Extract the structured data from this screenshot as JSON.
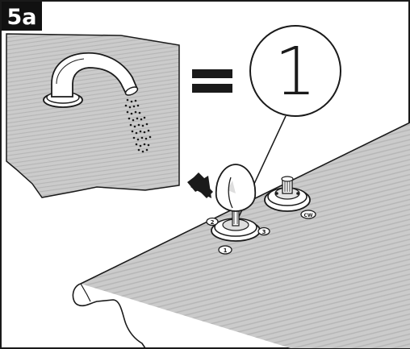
{
  "step": {
    "badge": "5a"
  },
  "equation": {
    "symbol": "=",
    "callout_number": "1"
  },
  "position_labels": {
    "front": "1",
    "left": "2",
    "right": "3",
    "cold_valve": "CW"
  },
  "colors": {
    "frame": "#1a1a1a",
    "badge_bg": "#111111",
    "badge_text": "#ffffff",
    "surface": "#c9c9c9",
    "surface_stripe": "#b3b3b3",
    "metal": "#ffffff",
    "line": "#1a1a1a"
  },
  "icons": {
    "down_arrow": "arrow-down-icon",
    "water_spray": "water-spray-icon"
  }
}
